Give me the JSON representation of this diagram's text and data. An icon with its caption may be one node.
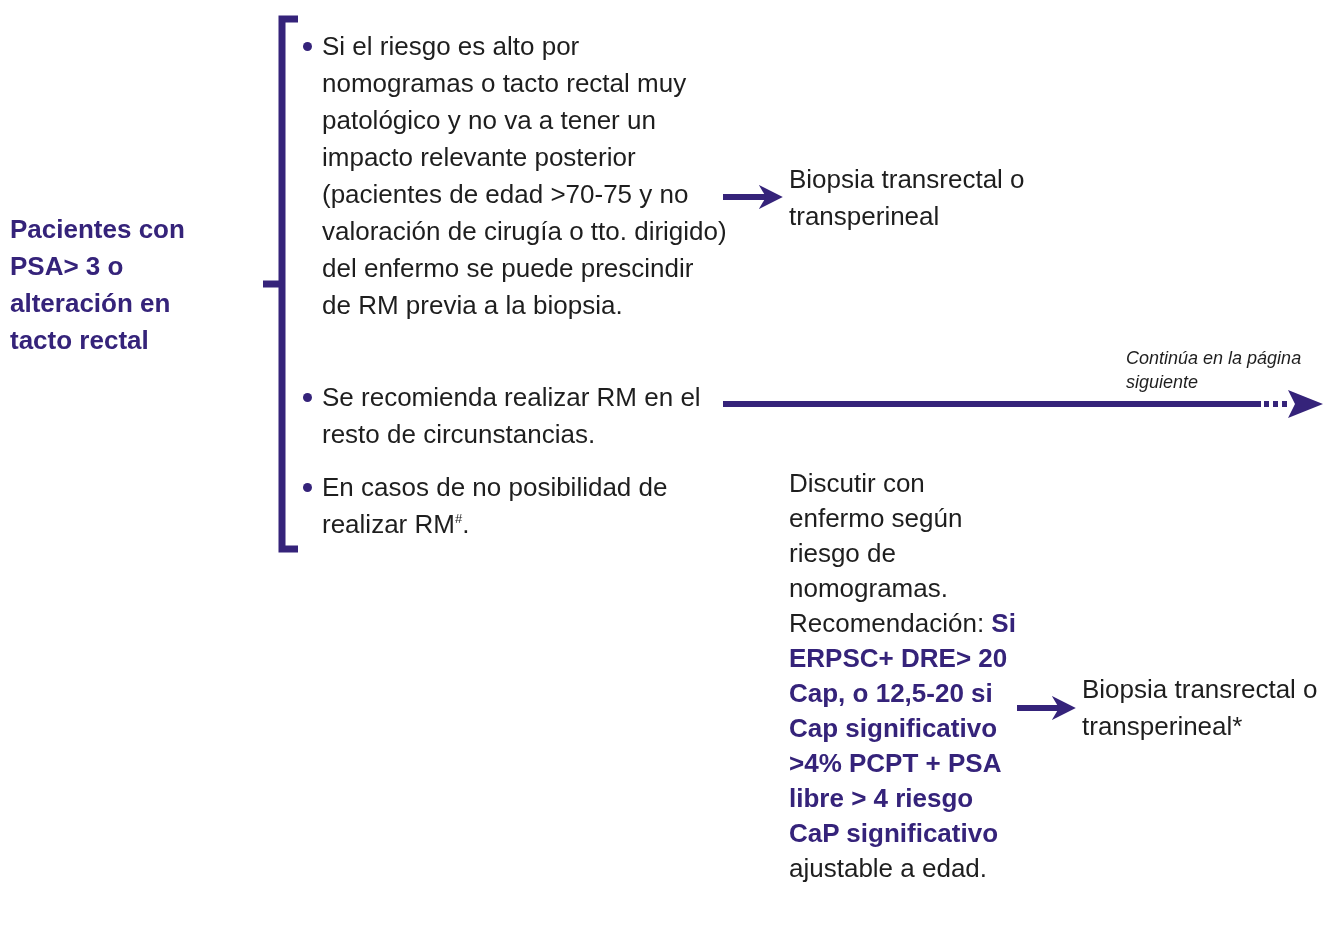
{
  "diagram": {
    "nodes": [
      {
        "text": [
          "Pacientes con PSA> 3 o alteración en tacto rectal"
        ]
      },
      {
        "text": [
          "Si el riesgo es alto por nomogramas o tacto rectal muy patológico y no va a tener un impacto relevante posterior (pacientes de edad >70-75 y no valoración de cirugía o tto. dirigido) del enfermo se puede prescindir de RM previa a la biopsia."
        ]
      },
      {
        "text": [
          "Se recomienda realizar RM en el resto de circunstancias."
        ]
      },
      {
        "text": [
          "En casos de no posibilidad de realizar RM$^{#}$."
        ]
      },
      {
        "text": [
          "Biopsia transrectal o transperineal"
        ]
      },
      {
        "text": [
          "Discutir con enfermo según riesgo de nomogramas. Recomendación: **Si ERPSC+ DRE> 20 Cap, o 12,5-20 si Cap significativo >4% PCPT + PSA libre > 4 riesgo CaP significativo** ajustable a edad."
        ]
      },
      {
        "text": [
          "Biopsia transrectal o transperineal*"
        ]
      }
    ],
    "edges": [
      {
        "from": 1,
        "to": 4,
        "arrow": "to"
      },
      {
        "from": 2,
        "to": null,
        "arrow": "to",
        "label": "Continúa en la página siguiente"
      },
      {
        "from": 5,
        "to": 6,
        "arrow": "to"
      }
    ]
  }
}
